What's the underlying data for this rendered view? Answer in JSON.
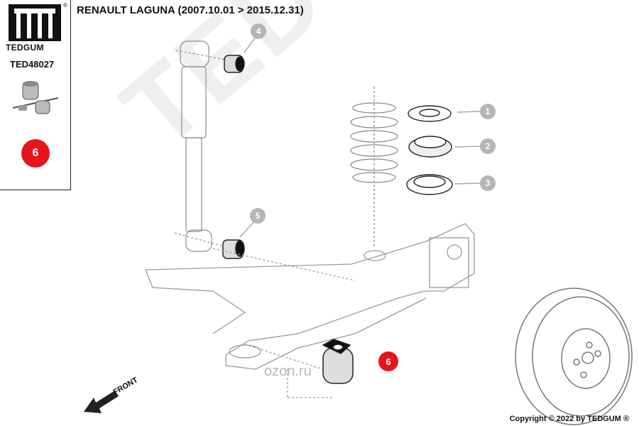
{
  "header": {
    "title": "RENAULT LAGUNA (2007.10.01 > 2015.12.31)"
  },
  "sidebar": {
    "brand": "TEDGUM",
    "registered_mark": "®",
    "part_number": "TED48027",
    "position_badge": "6"
  },
  "watermark": {
    "text": "TEDGUM"
  },
  "callouts": [
    "1",
    "2",
    "3",
    "4",
    "5"
  ],
  "highlight_callout": "6",
  "diagram_labels": {
    "front": "FRONT",
    "ozon_mark": "ozon.ru"
  },
  "footer": {
    "copyright": "Copyright © 2022 by TEDGUM ®"
  },
  "colors": {
    "badge_red": "#e8141b",
    "callout_gray": "#b5b5b5",
    "line_gray": "#9a9a9a",
    "watermark": "#efefef"
  }
}
